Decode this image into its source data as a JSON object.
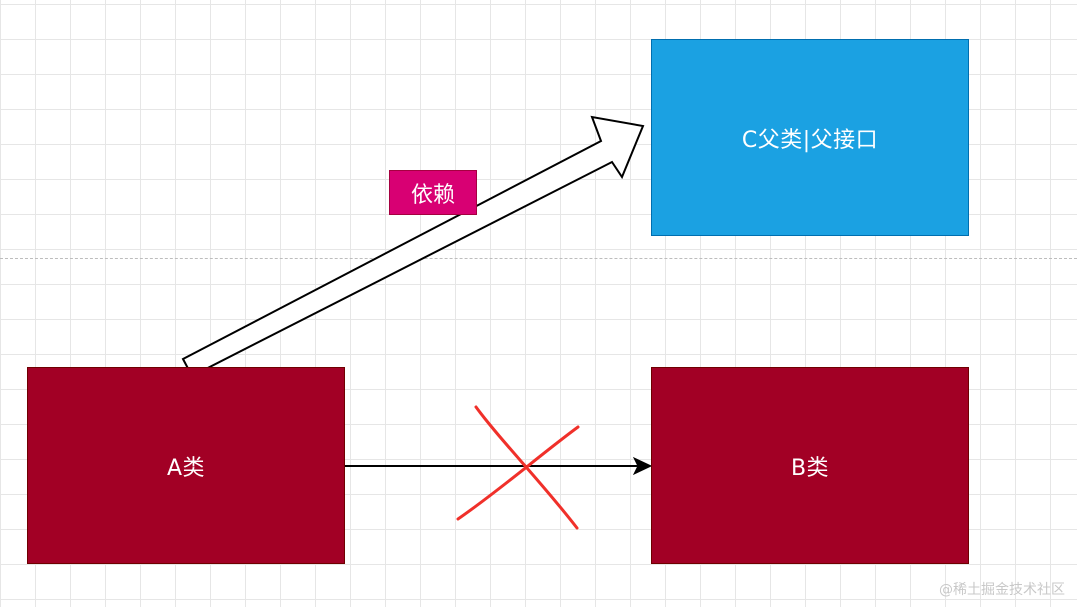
{
  "diagram": {
    "nodes": {
      "a": {
        "label": "A类",
        "fill": "#a20025"
      },
      "b": {
        "label": "B类",
        "fill": "#a20025"
      },
      "c": {
        "label": "C父类|父接口",
        "fill": "#1ba1e2"
      }
    },
    "edge_label": {
      "text": "依赖",
      "fill": "#d80073"
    },
    "edges": [
      {
        "from": "a",
        "to": "c",
        "style": "hollow-block-arrow",
        "label": "依赖"
      },
      {
        "from": "a",
        "to": "b",
        "style": "solid-arrow",
        "crossed_out": true
      }
    ],
    "cross_mark_color": "#f0302a"
  },
  "watermark": "@稀土掘金技术社区"
}
